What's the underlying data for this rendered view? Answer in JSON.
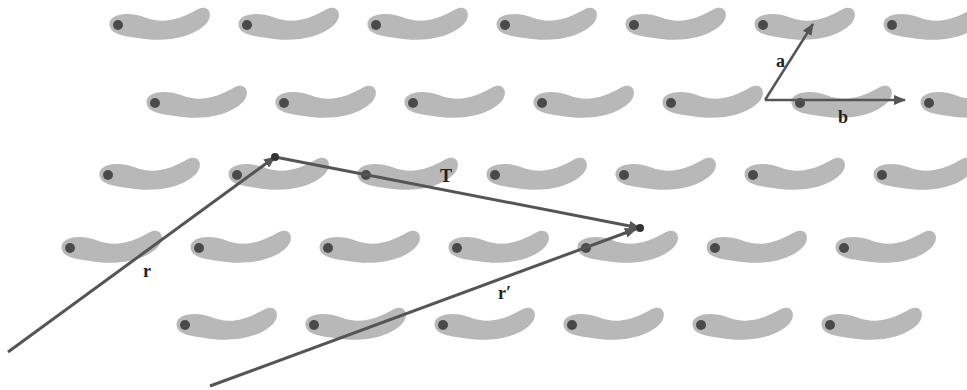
{
  "diagram": {
    "labels": [
      "a",
      "b",
      "T",
      "r",
      "r′"
    ]
  }
}
